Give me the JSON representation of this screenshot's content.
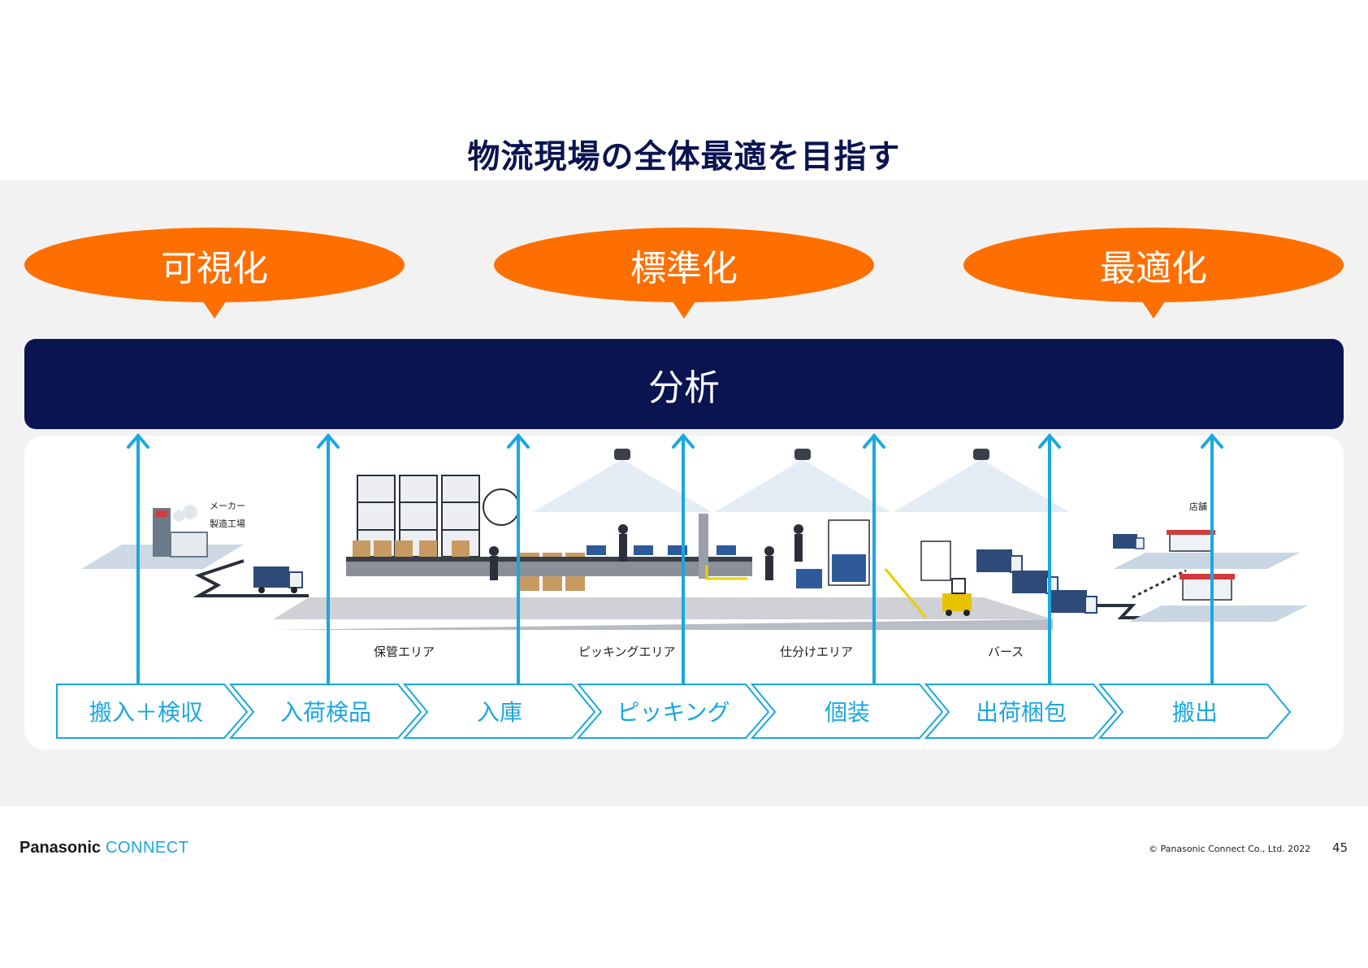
{
  "title": "物流現場の全体最適を目指す",
  "bubbles": [
    "可視化",
    "標準化",
    "最適化"
  ],
  "analysis_label": "分析",
  "scene_labels": {
    "maker": "メーカー",
    "factory": "製造工場",
    "store": "店舗",
    "storage": "保管エリア",
    "picking": "ピッキングエリア",
    "sorting": "仕分けエリア",
    "berth": "バース"
  },
  "process_steps": [
    "搬入＋検収",
    "入荷検品",
    "入庫",
    "ピッキング",
    "個装",
    "出荷梱包",
    "搬出"
  ],
  "footer": {
    "logo_panasonic": "Panasonic",
    "logo_connect": "CONNECT",
    "copyright": "© Panasonic Connect Co., Ltd. 2022",
    "page_number": "45"
  },
  "colors": {
    "navy": "#0a1450",
    "orange": "#ff6f00",
    "cyan": "#1aa7e0",
    "band": "#f2f2f2"
  },
  "icons": [
    "factory-icon",
    "truck-icon",
    "camera-icon",
    "forklift-icon",
    "store-icon",
    "up-arrow-icon"
  ]
}
